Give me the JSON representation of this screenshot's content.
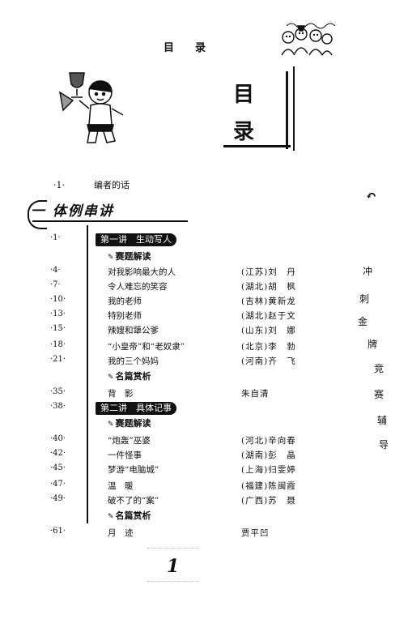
{
  "header": {
    "chars": [
      "目",
      "录"
    ]
  },
  "big_title": {
    "line1": "目",
    "line2": "录"
  },
  "editor_note": {
    "page": "·1·",
    "title": "编者的话"
  },
  "section": {
    "title": "一 体例串讲"
  },
  "lessons": [
    {
      "page": "·1·",
      "title": "第一讲　生动写人"
    },
    {
      "page": "·38·",
      "title": "第二讲　具体记事"
    }
  ],
  "subsections": [
    {
      "label": "赛题解读"
    },
    {
      "label": "名篇赏析"
    },
    {
      "label": "赛题解读"
    },
    {
      "label": "名篇赏析"
    }
  ],
  "entries": [
    {
      "page": "·4·",
      "title": "对我影响最大的人",
      "author": "(江苏)刘　丹"
    },
    {
      "page": "·7·",
      "title": "令人难忘的笑容",
      "author": "(湖北)胡　枫"
    },
    {
      "page": "·10·",
      "title": "我的老师",
      "author": "(吉林)黄新龙"
    },
    {
      "page": "·13·",
      "title": "特别老师",
      "author": "(湖北)赵于文"
    },
    {
      "page": "·15·",
      "title": "辣嫂和犟公爹",
      "author": "(山东)刘　娜"
    },
    {
      "page": "·18·",
      "title": "“小皇帝”和“老奴隶”",
      "author": "(北京)李　勃"
    },
    {
      "page": "·21·",
      "title": "我的三个妈妈",
      "author": "(河南)齐　飞"
    },
    {
      "page": "·35·",
      "title": "背　影",
      "author": "朱自清"
    },
    {
      "page": "·40·",
      "title": "“炮轰”巫婆",
      "author": "(河北)辛向春"
    },
    {
      "page": "·42·",
      "title": "一件怪事",
      "author": "(湖南)彭　晶"
    },
    {
      "page": "·45·",
      "title": "梦游“电脑城”",
      "author": "(上海)归雯婷"
    },
    {
      "page": "·47·",
      "title": "温　暖",
      "author": "(福建)陈闽霞"
    },
    {
      "page": "·49·",
      "title": "破不了的“案”",
      "author": "(广西)苏　聂"
    },
    {
      "page": "·61·",
      "title": "月　迹",
      "author": "贾平凹"
    }
  ],
  "side_title": [
    "冲",
    "刺",
    "金",
    "牌",
    "竞",
    "赛",
    "辅",
    "导"
  ],
  "footer_mark": "1"
}
